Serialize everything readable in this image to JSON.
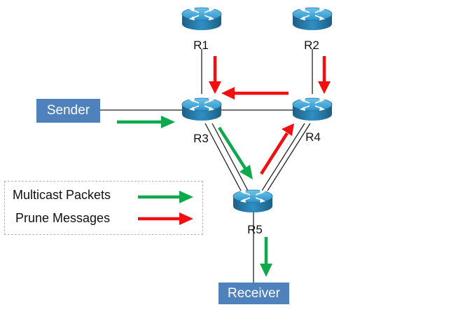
{
  "routers": {
    "r1": "R1",
    "r2": "R2",
    "r3": "R3",
    "r4": "R4",
    "r5": "R5"
  },
  "hosts": {
    "sender": "Sender",
    "receiver": "Receiver"
  },
  "legend": {
    "multicast_label": "Multicast Packets",
    "prune_label": "Prune Messages"
  },
  "colors": {
    "multicast_arrow": "#0fa84c",
    "prune_arrow": "#f20f0f",
    "host_box": "#4f81bd",
    "router_body": "#2e86b6",
    "link": "#222222"
  },
  "icons": {
    "router": "router-icon"
  }
}
